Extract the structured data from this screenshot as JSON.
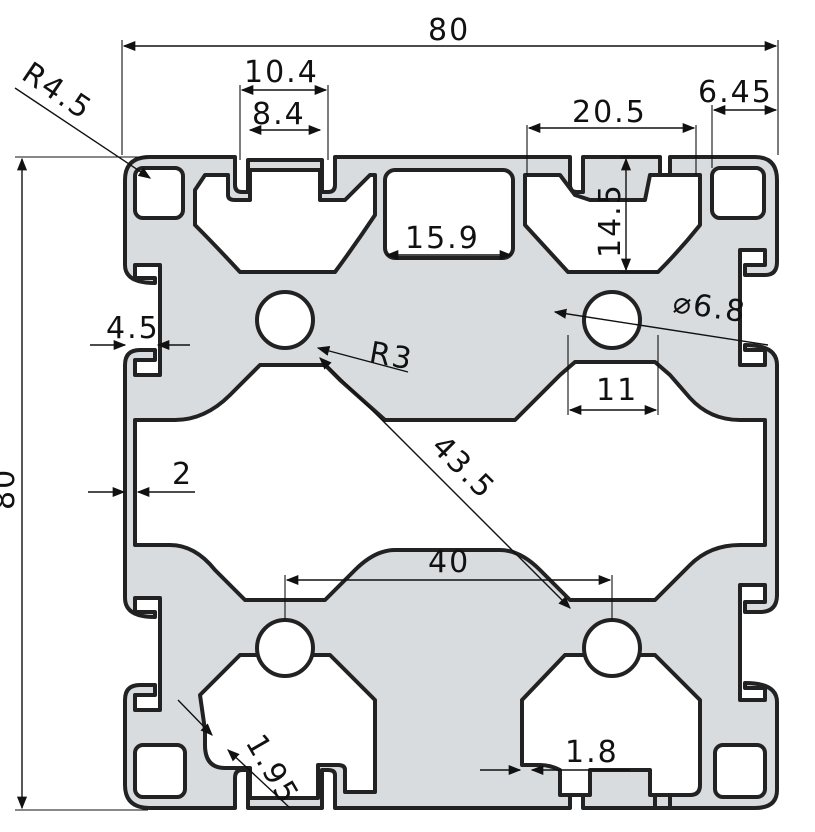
{
  "dimensions": {
    "overall_width": "80",
    "overall_height": "80",
    "slot_outer": "10.4",
    "slot_inner": "8.4",
    "corner_radius": "R4.5",
    "pocket_width": "20.5",
    "edge_offset": "6.45",
    "pocket_depth": "14.5",
    "center_pocket": "15.9",
    "hole_diameter": "⌀6.8",
    "fillet_radius": "R3",
    "core_width": "11",
    "lip": "4.5",
    "wall": "2",
    "diagonal": "43.5",
    "hole_spacing": "40",
    "web_thickness": "1.95",
    "bottom_wall": "1.8"
  },
  "colors": {
    "profile_fill": "#d9dcdf",
    "outline": "#222222",
    "dimension": "#111111"
  }
}
